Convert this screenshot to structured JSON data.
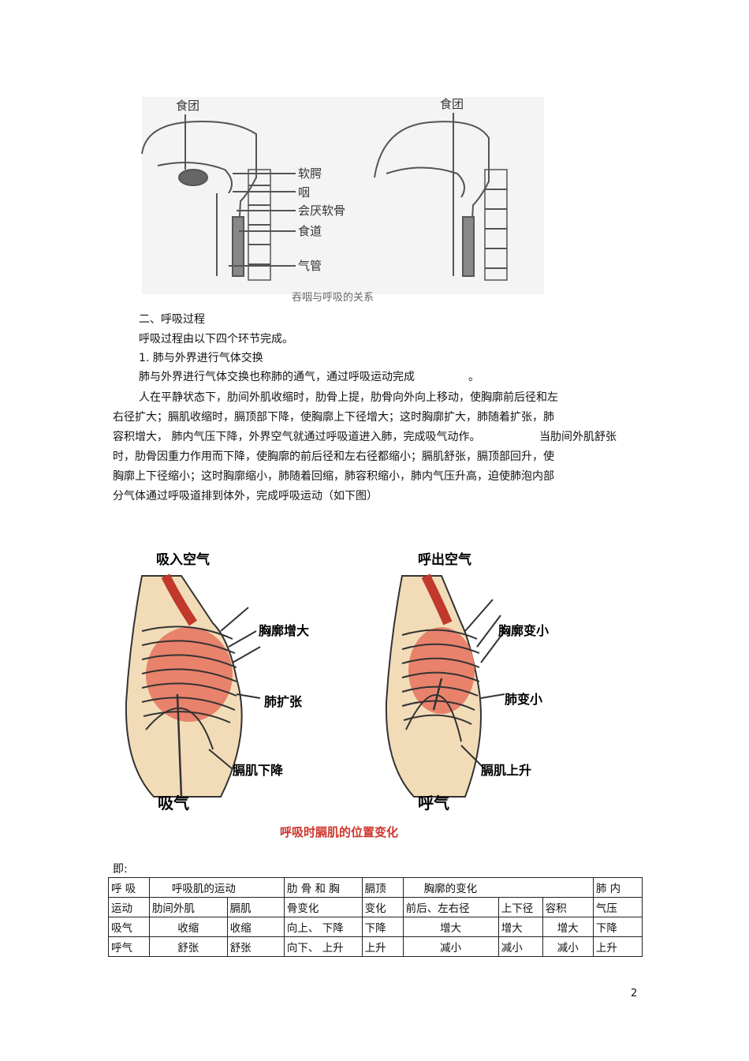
{
  "figure1": {
    "left_labels": [
      "食团",
      "软腭",
      "咽",
      "会厌软骨",
      "食道",
      "气管"
    ],
    "right_label": "食团",
    "caption": "吞咽与呼吸的关系"
  },
  "section_heading": "二、呼吸过程",
  "intro": "呼吸过程由以下四个环节完成。",
  "sub_heading": "1. 肺与外界进行气体交换",
  "para1": "肺与外界进行气体交换也称肺的通气，通过呼吸运动完成",
  "para1_end": "。",
  "para2_lines": [
    "人在平静状态下，肋间外肌收缩时，肋骨上提，肋骨向外向上移动，使胸廓前后径和左",
    "右径扩大；膈肌收缩时，膈顶部下降，使胸廓上下径增大；这时胸廓扩大，肺随着扩张，肺",
    "容积增大， 肺内气压下降，外界空气就通过呼吸道进入肺，完成吸气动作。",
    "时，肋骨因重力作用而下降，使胸廓的前后径和左右径都缩小；膈肌舒张，膈顶部回升，使",
    "胸廓上下径缩小；这时胸廓缩小，肺随着回缩，肺容积缩小，肺内气压升高，迫使肺泡内部",
    "分气体通过呼吸道排到体外，完成呼吸运动（如下图）"
  ],
  "para2_line3_tail": "当肋间外肌舒张",
  "figure2": {
    "inhale": {
      "top": "吸入空气",
      "chest": "胸廓增大",
      "lung": "肺扩张",
      "diaphragm": "膈肌下降",
      "bottom": "吸气"
    },
    "exhale": {
      "top": "呼出空气",
      "chest": "胸廓变小",
      "lung": "肺变小",
      "diaphragm": "膈肌上升",
      "bottom": "呼气"
    },
    "caption": "呼吸时膈肌的位置变化"
  },
  "ji": "即:",
  "table": {
    "h1": {
      "c1": "呼 吸",
      "c2": "呼吸肌的运动",
      "c3": "肋 骨 和 胸",
      "c4": "膈顶",
      "c5": "胸廓的变化",
      "c6": "肺 内"
    },
    "h2": {
      "c1": "运动",
      "c2a": "肋间外肌",
      "c2b": "膈肌",
      "c3": "骨变化",
      "c4": "变化",
      "c5a": "前后、左右径",
      "c5b": "上下径",
      "c5c": "容积",
      "c6": "气压"
    },
    "rows": [
      [
        "吸气",
        "收缩",
        "收缩",
        "向上、 下降",
        "下降",
        "增大",
        "增大",
        "增大",
        "下降"
      ],
      [
        "呼气",
        "舒张",
        "舒张",
        "向下、 上升",
        "上升",
        "减小",
        "减小",
        "减小",
        "上升"
      ]
    ]
  },
  "page_number": "2"
}
